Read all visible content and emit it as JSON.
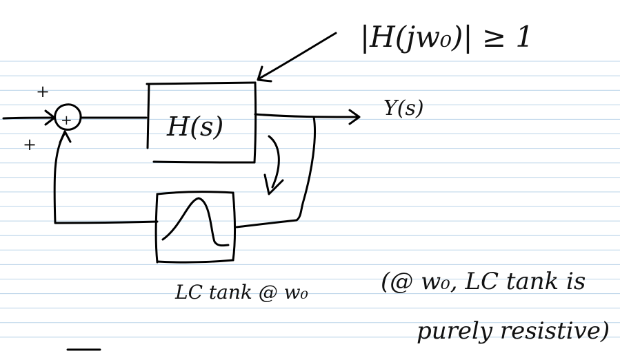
{
  "diagram": {
    "ruled_line_color": "#b9d3e8",
    "ink_color": "#000000",
    "labels": {
      "gain_condition": "|H(jw₀)| ≥ 1",
      "forward_block": "H(s)",
      "output": "Y(s)",
      "sum_sign_top": "+",
      "sum_sign_bottom": "+",
      "sum_symbol": "+",
      "tank_caption": "LC tank @ w₀",
      "note_line1": "(@ w₀, LC tank is",
      "note_line2": "purely resistive)"
    }
  }
}
